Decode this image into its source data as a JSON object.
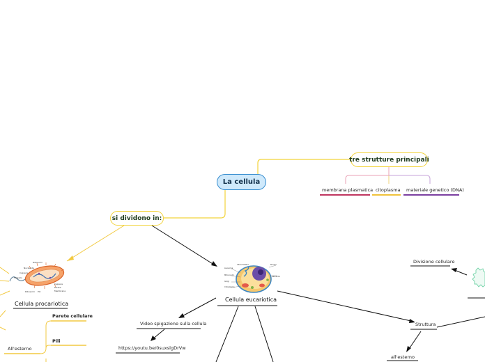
{
  "mindmap": {
    "root": "La cellula",
    "tre_strutture": {
      "label": "tre strutture principali",
      "children": [
        "membrana plasmatica",
        "citoplasma",
        "materiale genetico (DNA)"
      ],
      "colors": [
        "#c0355f",
        "#f0c23a",
        "#7b3fa0"
      ]
    },
    "si_dividono": "si dividono in:",
    "procariotica": {
      "label": "Cellula procariotica",
      "all_esterno": "All'esterno",
      "items": [
        "Parete cellulare",
        "Pili"
      ]
    },
    "eucariotica": {
      "label": "Cellula eucariotica",
      "video_label": "Video spigazione sulla cellula",
      "video_url": "https://youtu.be/0suxslgDrVw",
      "divisione": "Divisione cellulare",
      "struttura": "Struttura",
      "all_esterno": "all'esterno"
    }
  }
}
